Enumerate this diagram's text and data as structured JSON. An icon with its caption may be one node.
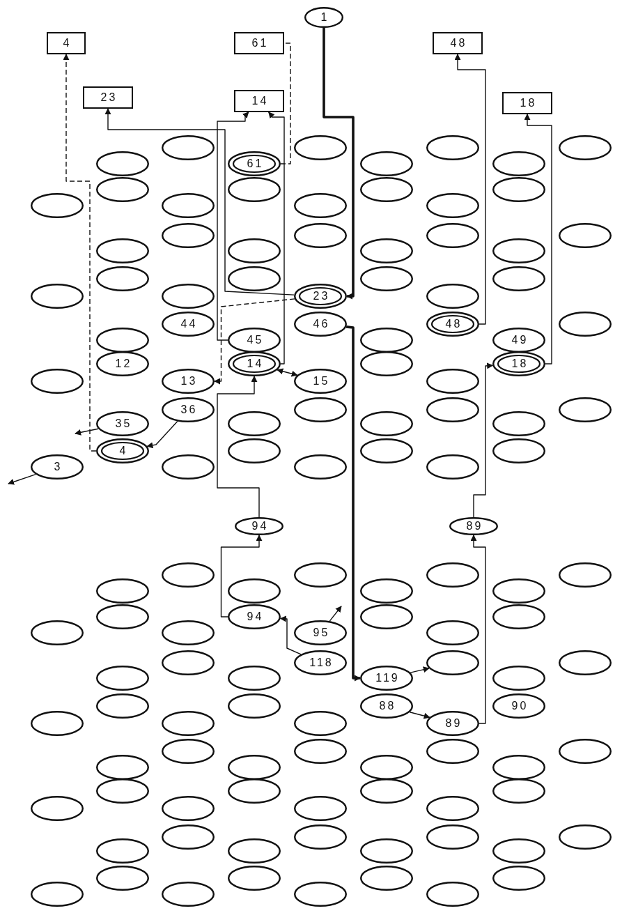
{
  "diagram": {
    "nodes": [
      {
        "text": [
          "1"
        ]
      },
      {
        "text": [
          "4"
        ]
      },
      {
        "text": [
          "61"
        ]
      },
      {
        "text": [
          "48"
        ]
      },
      {
        "text": [
          "23"
        ]
      },
      {
        "text": [
          "14"
        ]
      },
      {
        "text": [
          "18"
        ]
      },
      {
        "text": [],
        "shape": "ellipse"
      },
      {
        "text": [],
        "shape": "ellipse"
      },
      {
        "text": [],
        "shape": "ellipse"
      },
      {
        "text": [],
        "shape": "ellipse"
      },
      {
        "text": [],
        "shape": "ellipse"
      },
      {
        "text": [
          "61"
        ]
      },
      {
        "text": [],
        "shape": "ellipse"
      },
      {
        "text": [],
        "shape": "ellipse"
      },
      {
        "text": [],
        "shape": "ellipse"
      },
      {
        "text": [],
        "shape": "ellipse"
      },
      {
        "text": [],
        "shape": "ellipse"
      },
      {
        "text": [],
        "shape": "ellipse"
      },
      {
        "text": [],
        "shape": "ellipse"
      },
      {
        "text": [],
        "shape": "ellipse"
      },
      {
        "text": [],
        "shape": "ellipse"
      },
      {
        "text": [],
        "shape": "ellipse"
      },
      {
        "text": [],
        "shape": "ellipse"
      },
      {
        "text": [],
        "shape": "ellipse"
      },
      {
        "text": [],
        "shape": "ellipse"
      },
      {
        "text": [],
        "shape": "ellipse"
      },
      {
        "text": [],
        "shape": "ellipse"
      },
      {
        "text": [],
        "shape": "ellipse"
      },
      {
        "text": [],
        "shape": "ellipse"
      },
      {
        "text": [],
        "shape": "ellipse"
      },
      {
        "text": [],
        "shape": "ellipse"
      },
      {
        "text": [],
        "shape": "ellipse"
      },
      {
        "text": [],
        "shape": "ellipse"
      },
      {
        "text": [],
        "shape": "ellipse"
      },
      {
        "text": [],
        "shape": "ellipse"
      },
      {
        "text": [],
        "shape": "ellipse"
      },
      {
        "text": [
          "23"
        ]
      },
      {
        "text": [],
        "shape": "ellipse"
      },
      {
        "text": [
          "44"
        ]
      },
      {
        "text": [
          "46"
        ]
      },
      {
        "text": [
          "48"
        ]
      },
      {
        "text": [],
        "shape": "ellipse"
      },
      {
        "text": [],
        "shape": "ellipse"
      },
      {
        "text": [
          "45"
        ]
      },
      {
        "text": [],
        "shape": "ellipse"
      },
      {
        "text": [
          "49"
        ]
      },
      {
        "text": [
          "12"
        ]
      },
      {
        "text": [
          "14"
        ]
      },
      {
        "text": [],
        "shape": "ellipse"
      },
      {
        "text": [
          "18"
        ]
      },
      {
        "text": [],
        "shape": "ellipse"
      },
      {
        "text": [
          "13"
        ]
      },
      {
        "text": [
          "15"
        ]
      },
      {
        "text": [],
        "shape": "ellipse"
      },
      {
        "text": [
          "36"
        ]
      },
      {
        "text": [],
        "shape": "ellipse"
      },
      {
        "text": [],
        "shape": "ellipse"
      },
      {
        "text": [],
        "shape": "ellipse"
      },
      {
        "text": [
          "35"
        ]
      },
      {
        "text": [],
        "shape": "ellipse"
      },
      {
        "text": [],
        "shape": "ellipse"
      },
      {
        "text": [],
        "shape": "ellipse"
      },
      {
        "text": [
          "4"
        ]
      },
      {
        "text": [],
        "shape": "ellipse"
      },
      {
        "text": [],
        "shape": "ellipse"
      },
      {
        "text": [],
        "shape": "ellipse"
      },
      {
        "text": [
          "3"
        ]
      },
      {
        "text": [],
        "shape": "ellipse"
      },
      {
        "text": [],
        "shape": "ellipse"
      },
      {
        "text": [],
        "shape": "ellipse"
      },
      {
        "text": [
          "94"
        ]
      },
      {
        "text": [
          "89"
        ]
      },
      {
        "text": [],
        "shape": "ellipse"
      },
      {
        "text": [],
        "shape": "ellipse"
      },
      {
        "text": [],
        "shape": "ellipse"
      },
      {
        "text": [],
        "shape": "ellipse"
      },
      {
        "text": [],
        "shape": "ellipse"
      },
      {
        "text": [],
        "shape": "ellipse"
      },
      {
        "text": [],
        "shape": "ellipse"
      },
      {
        "text": [],
        "shape": "ellipse"
      },
      {
        "text": [],
        "shape": "ellipse"
      },
      {
        "text": [
          "94"
        ]
      },
      {
        "text": [],
        "shape": "ellipse"
      },
      {
        "text": [],
        "shape": "ellipse"
      },
      {
        "text": [],
        "shape": "ellipse"
      },
      {
        "text": [],
        "shape": "ellipse"
      },
      {
        "text": [
          "95"
        ]
      },
      {
        "text": [],
        "shape": "ellipse"
      },
      {
        "text": [],
        "shape": "ellipse"
      },
      {
        "text": [
          "118"
        ]
      },
      {
        "text": [],
        "shape": "ellipse"
      },
      {
        "text": [],
        "shape": "ellipse"
      },
      {
        "text": [],
        "shape": "ellipse"
      },
      {
        "text": [],
        "shape": "ellipse"
      },
      {
        "text": [
          "119"
        ]
      },
      {
        "text": [],
        "shape": "ellipse"
      },
      {
        "text": [],
        "shape": "ellipse"
      },
      {
        "text": [],
        "shape": "ellipse"
      },
      {
        "text": [
          "88"
        ]
      },
      {
        "text": [
          "90"
        ]
      },
      {
        "text": [],
        "shape": "ellipse"
      },
      {
        "text": [],
        "shape": "ellipse"
      },
      {
        "text": [],
        "shape": "ellipse"
      },
      {
        "text": [
          "89"
        ]
      },
      {
        "text": [],
        "shape": "ellipse"
      },
      {
        "text": [],
        "shape": "ellipse"
      },
      {
        "text": [],
        "shape": "ellipse"
      },
      {
        "text": [],
        "shape": "ellipse"
      },
      {
        "text": [],
        "shape": "ellipse"
      },
      {
        "text": [],
        "shape": "ellipse"
      },
      {
        "text": [],
        "shape": "ellipse"
      },
      {
        "text": [],
        "shape": "ellipse"
      },
      {
        "text": [],
        "shape": "ellipse"
      },
      {
        "text": [],
        "shape": "ellipse"
      },
      {
        "text": [],
        "shape": "ellipse"
      },
      {
        "text": [],
        "shape": "ellipse"
      },
      {
        "text": [],
        "shape": "ellipse"
      },
      {
        "text": [],
        "shape": "ellipse"
      },
      {
        "text": [],
        "shape": "ellipse"
      },
      {
        "text": [],
        "shape": "ellipse"
      },
      {
        "text": [],
        "shape": "ellipse"
      },
      {
        "text": [],
        "shape": "ellipse"
      },
      {
        "text": [],
        "shape": "ellipse"
      },
      {
        "text": [],
        "shape": "ellipse"
      },
      {
        "text": [],
        "shape": "ellipse"
      },
      {
        "text": [],
        "shape": "ellipse"
      },
      {
        "text": [],
        "shape": "ellipse"
      },
      {
        "text": [],
        "shape": "ellipse"
      },
      {
        "text": [],
        "shape": "ellipse"
      },
      {
        "text": [],
        "shape": "ellipse"
      },
      {
        "text": [],
        "shape": "ellipse"
      },
      {
        "text": [],
        "shape": "ellipse"
      },
      {
        "text": [],
        "shape": "ellipse"
      },
      {
        "text": [],
        "shape": "ellipse"
      },
      {
        "text": [],
        "shape": "ellipse"
      },
      {
        "text": [],
        "shape": "ellipse"
      }
    ],
    "edges": [
      {
        "from": 0,
        "to": 37,
        "arrow": "to",
        "style": "thick"
      },
      {
        "from": 37,
        "to": 4,
        "arrow": "to"
      },
      {
        "from": 37,
        "to": 52,
        "arrow": "to",
        "style": "dashed"
      },
      {
        "from": 40,
        "to": 95,
        "arrow": "to",
        "style": "thick"
      },
      {
        "from": 12,
        "to": 2,
        "arrow": "none",
        "style": "dashed"
      },
      {
        "from": 44,
        "to": 5,
        "arrow": "to"
      },
      {
        "from": 48,
        "to": 5,
        "arrow": "to"
      },
      {
        "from": 48,
        "to": 53,
        "arrow": "both"
      },
      {
        "from": 41,
        "to": 3,
        "arrow": "to"
      },
      {
        "from": 50,
        "to": 6,
        "arrow": "to"
      },
      {
        "from": 63,
        "to": 1,
        "arrow": "to",
        "style": "dashed"
      },
      {
        "from": 59,
        "to": null,
        "arrow": "to"
      },
      {
        "from": 67,
        "to": null,
        "arrow": "to"
      },
      {
        "from": 55,
        "to": 63,
        "arrow": "to"
      },
      {
        "from": 71,
        "to": 48,
        "arrow": "to"
      },
      {
        "from": 82,
        "to": 71,
        "arrow": "to"
      },
      {
        "from": 104,
        "to": 72,
        "arrow": "to"
      },
      {
        "from": 72,
        "to": 50,
        "arrow": "to"
      },
      {
        "from": 87,
        "to": null,
        "arrow": "to"
      },
      {
        "from": 90,
        "to": 82,
        "arrow": "to"
      },
      {
        "from": 95,
        "to": 91,
        "arrow": "to"
      },
      {
        "from": 99,
        "to": 104,
        "arrow": "to"
      }
    ]
  }
}
